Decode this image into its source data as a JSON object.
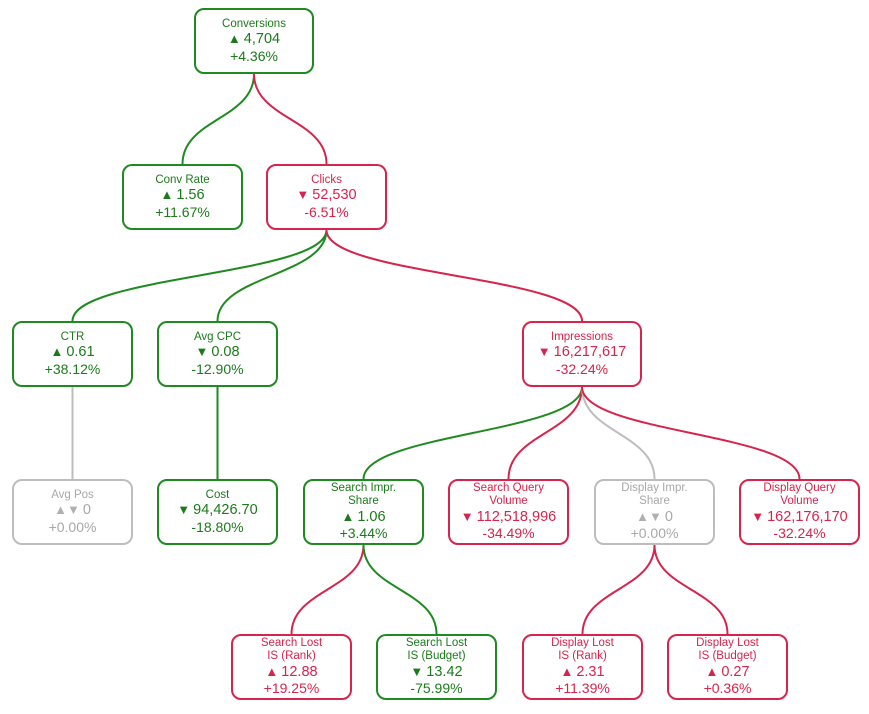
{
  "colors": {
    "positive": "#1f8a1f",
    "negative": "#d6244d",
    "neutral": "#bdbdbd"
  },
  "nodes": [
    {
      "id": "conversions",
      "title": "Conversions",
      "trend": "up",
      "value": "4,704",
      "change": "+4.36%",
      "status": "pos"
    },
    {
      "id": "conv-rate",
      "title": "Conv Rate",
      "trend": "up",
      "value": "1.56",
      "change": "+11.67%",
      "status": "pos"
    },
    {
      "id": "clicks",
      "title": "Clicks",
      "trend": "down",
      "value": "52,530",
      "change": "-6.51%",
      "status": "neg"
    },
    {
      "id": "ctr",
      "title": "CTR",
      "trend": "up",
      "value": "0.61",
      "change": "+38.12%",
      "status": "pos"
    },
    {
      "id": "avg-cpc",
      "title": "Avg CPC",
      "trend": "down",
      "value": "0.08",
      "change": "-12.90%",
      "status": "pos"
    },
    {
      "id": "impressions",
      "title": "Impressions",
      "trend": "down",
      "value": "16,217,617",
      "change": "-32.24%",
      "status": "neg"
    },
    {
      "id": "avg-pos",
      "title": "Avg Pos",
      "trend": "flat",
      "value": "0",
      "change": "+0.00%",
      "status": "neu"
    },
    {
      "id": "cost",
      "title": "Cost",
      "trend": "down",
      "value": "94,426.70",
      "change": "-18.80%",
      "status": "pos"
    },
    {
      "id": "search-impr-share",
      "title": "Search Impr.\nShare",
      "trend": "up",
      "value": "1.06",
      "change": "+3.44%",
      "status": "pos"
    },
    {
      "id": "search-query-volume",
      "title": "Search Query\nVolume",
      "trend": "down",
      "value": "112,518,996",
      "change": "-34.49%",
      "status": "neg"
    },
    {
      "id": "display-impr-share",
      "title": "Display Impr.\nShare",
      "trend": "flat",
      "value": "0",
      "change": "+0.00%",
      "status": "neu"
    },
    {
      "id": "display-query-volume",
      "title": "Display Query\nVolume",
      "trend": "down",
      "value": "162,176,170",
      "change": "-32.24%",
      "status": "neg"
    },
    {
      "id": "search-lost-is-rank",
      "title": "Search Lost\nIS (Rank)",
      "trend": "up",
      "value": "12.88",
      "change": "+19.25%",
      "status": "neg"
    },
    {
      "id": "search-lost-is-budget",
      "title": "Search Lost\nIS (Budget)",
      "trend": "down",
      "value": "13.42",
      "change": "-75.99%",
      "status": "pos"
    },
    {
      "id": "display-lost-is-rank",
      "title": "Display Lost\nIS (Rank)",
      "trend": "up",
      "value": "2.31",
      "change": "+11.39%",
      "status": "neg"
    },
    {
      "id": "display-lost-is-budget",
      "title": "Display Lost\nIS (Budget)",
      "trend": "up",
      "value": "0.27",
      "change": "+0.36%",
      "status": "neg"
    }
  ],
  "edges": [
    {
      "from": "conversions",
      "to": "conv-rate",
      "status": "pos"
    },
    {
      "from": "conversions",
      "to": "clicks",
      "status": "neg"
    },
    {
      "from": "clicks",
      "to": "ctr",
      "status": "pos"
    },
    {
      "from": "clicks",
      "to": "avg-cpc",
      "status": "pos"
    },
    {
      "from": "clicks",
      "to": "impressions",
      "status": "neg"
    },
    {
      "from": "ctr",
      "to": "avg-pos",
      "status": "neu"
    },
    {
      "from": "avg-cpc",
      "to": "cost",
      "status": "pos"
    },
    {
      "from": "impressions",
      "to": "search-impr-share",
      "status": "pos"
    },
    {
      "from": "impressions",
      "to": "search-query-volume",
      "status": "neg"
    },
    {
      "from": "impressions",
      "to": "display-impr-share",
      "status": "neu"
    },
    {
      "from": "impressions",
      "to": "display-query-volume",
      "status": "neg"
    },
    {
      "from": "search-impr-share",
      "to": "search-lost-is-rank",
      "status": "neg"
    },
    {
      "from": "search-impr-share",
      "to": "search-lost-is-budget",
      "status": "pos"
    },
    {
      "from": "display-impr-share",
      "to": "display-lost-is-rank",
      "status": "neg"
    },
    {
      "from": "display-impr-share",
      "to": "display-lost-is-budget",
      "status": "neg"
    }
  ]
}
